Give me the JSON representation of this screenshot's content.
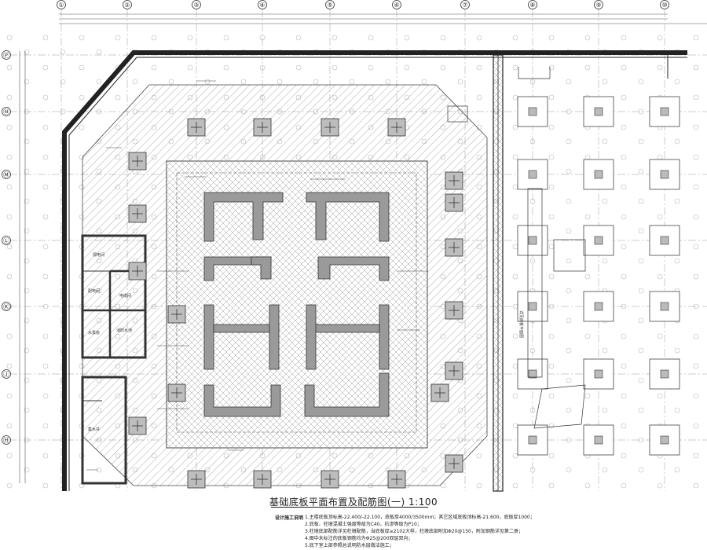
{
  "drawing": {
    "title": "基础底板平面布置及配筋图(一)  1:100",
    "column_axes": [
      "①",
      "②",
      "③",
      "④",
      "⑤",
      "⑥",
      "⑦",
      "⑧",
      "⑨",
      "⑩"
    ],
    "row_axes": [
      "Ⓟ",
      "Ⓝ",
      "Ⓜ",
      "Ⓛ",
      "Ⓚ",
      "Ⓙ",
      "Ⓗ"
    ],
    "notes_heading": "设计施工说明",
    "notes": [
      "1.主楼底板顶标高-22.400/-22.100，底板厚4000/3500mm；其它区域底板顶标高-21.600，底板厚1000；",
      "2.底板、柱墩混凝土强度等级为C40，抗渗等级为P10；",
      "3.柱墩底部配筋详见柱墩配筋，当底板厚≥2102大样，柱墩底部附加Φ20@150，附加钢筋详见第二册；",
      "4.图中未标注的底板钢筋均为Φ25@200双层双向；",
      "5.底下室上部参照总说明防水层做法施工；"
    ],
    "room_labels": [
      "弱电间",
      "配电间",
      "电缆间",
      "水泵房",
      "消防水池",
      "集水井"
    ],
    "callout_text": "详见底板平面图",
    "colors": {
      "line": "#333333",
      "hatch": "#8a8a8a",
      "pier": "#bdbdbd",
      "wall": "#9a9a9a",
      "paper": "#ffffff"
    }
  }
}
